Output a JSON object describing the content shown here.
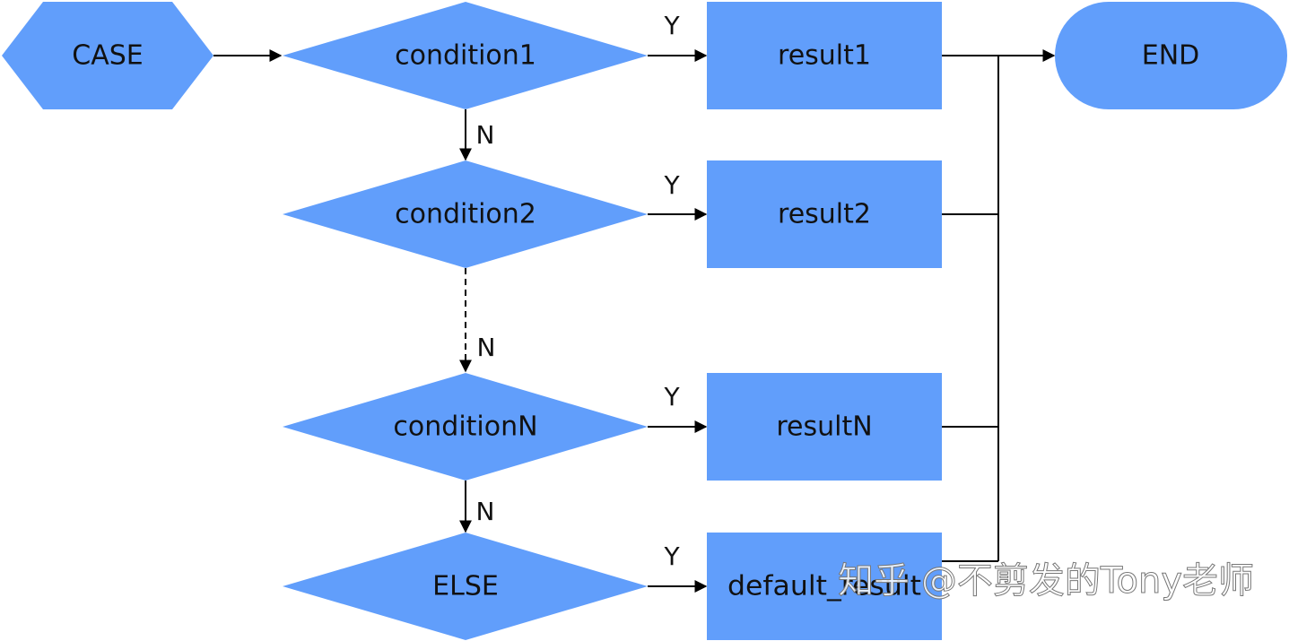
{
  "colors": {
    "node_fill": "#619EFB",
    "line": "#000000",
    "text": "#111111"
  },
  "nodes": {
    "case": "CASE",
    "condition1": "condition1",
    "condition2": "condition2",
    "conditionN": "conditionN",
    "else": "ELSE",
    "result1": "result1",
    "result2": "result2",
    "resultN": "resultN",
    "default_result": "default_result",
    "end": "END"
  },
  "edge_labels": {
    "yes_1": "Y",
    "yes_2": "Y",
    "yes_n": "Y",
    "yes_else": "Y",
    "no_1": "N",
    "no_2": "N",
    "no_n": "N"
  },
  "watermark": "知乎 @不剪发的Tony老师"
}
